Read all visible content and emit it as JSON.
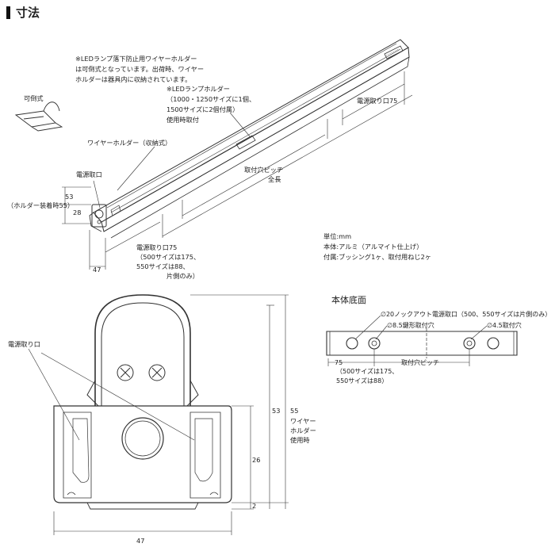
{
  "title": "寸法",
  "notes": {
    "wire_holder_note": [
      "※LEDランプ落下防止用ワイヤーホルダー",
      "は可倒式となっています。出荷時、ワイヤー",
      "ホルダーは器具内に収納されています。"
    ],
    "foldable": "可倒式",
    "lamp_holder_note": [
      "※LEDランプホルダー",
      "（1000・1250サイズに1個、",
      "1500サイズに2個付属）",
      "使用時取付"
    ],
    "wire_holder_stored": "ワイヤーホルダー（収納式）",
    "power_inlet": "電源取口",
    "power_inlet_75_right": "電源取り口75",
    "mount_pitch": "取付穴ピッチ",
    "overall_length": "全長",
    "dim_53": "53",
    "dim_28": "28",
    "holder_installed": "（ホルダー装着時55）",
    "dim_47_top": "47",
    "power_inlet_75_left": [
      "電源取り口75",
      "（500サイズは175、",
      "550サイズは88、",
      "片側のみ）"
    ],
    "spec": [
      "単位:mm",
      "本体:アルミ（アルマイト仕上げ）",
      "付属:ブッシング1ヶ、取付用ねじ2ヶ"
    ]
  },
  "bottom_view": {
    "title": "本体底面",
    "knockout": "∅20ノックアウト電源取口（500、550サイズは片側のみ）",
    "keyhole": "∅8.5鍵形取付穴",
    "hole45": "∅4.5取付穴",
    "dim_75": "75",
    "pitch": "取付穴ピッチ",
    "dim_note": [
      "（500サイズは175、",
      "550サイズは88）"
    ]
  },
  "section": {
    "power_inlet": "電源取り口",
    "dim_53": "53",
    "dim_55": "55",
    "wire_holder_use": [
      "ワイヤー",
      "ホルダー",
      "使用時"
    ],
    "dim_26": "26",
    "dim_2": "2",
    "dim_47": "47"
  }
}
